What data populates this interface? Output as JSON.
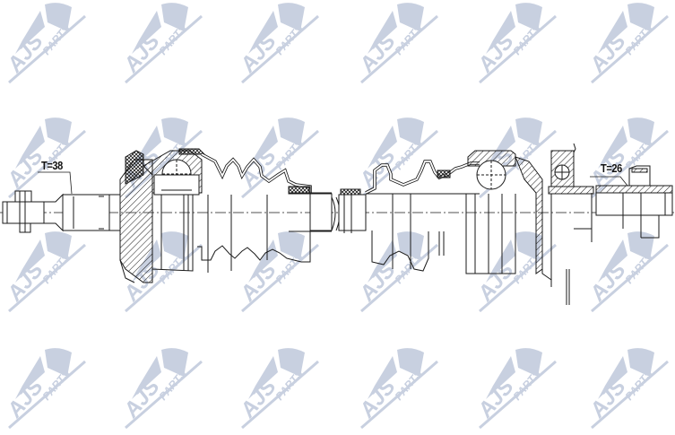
{
  "diagram": {
    "type": "technical-drawing",
    "subject": "drive-shaft-cv-axle",
    "annotations": {
      "left_spline": "T=38",
      "right_spline": "T=26"
    }
  },
  "watermark": {
    "text_main": "AJS",
    "text_sub": "PARTS",
    "color": "#c8d0e0",
    "rows": [
      0,
      128,
      255,
      385
    ],
    "cols": [
      5,
      135,
      265,
      398,
      530,
      655
    ]
  },
  "colors": {
    "line": "#1a1a1a",
    "background": "#ffffff",
    "watermark": "#c8d0e0"
  }
}
